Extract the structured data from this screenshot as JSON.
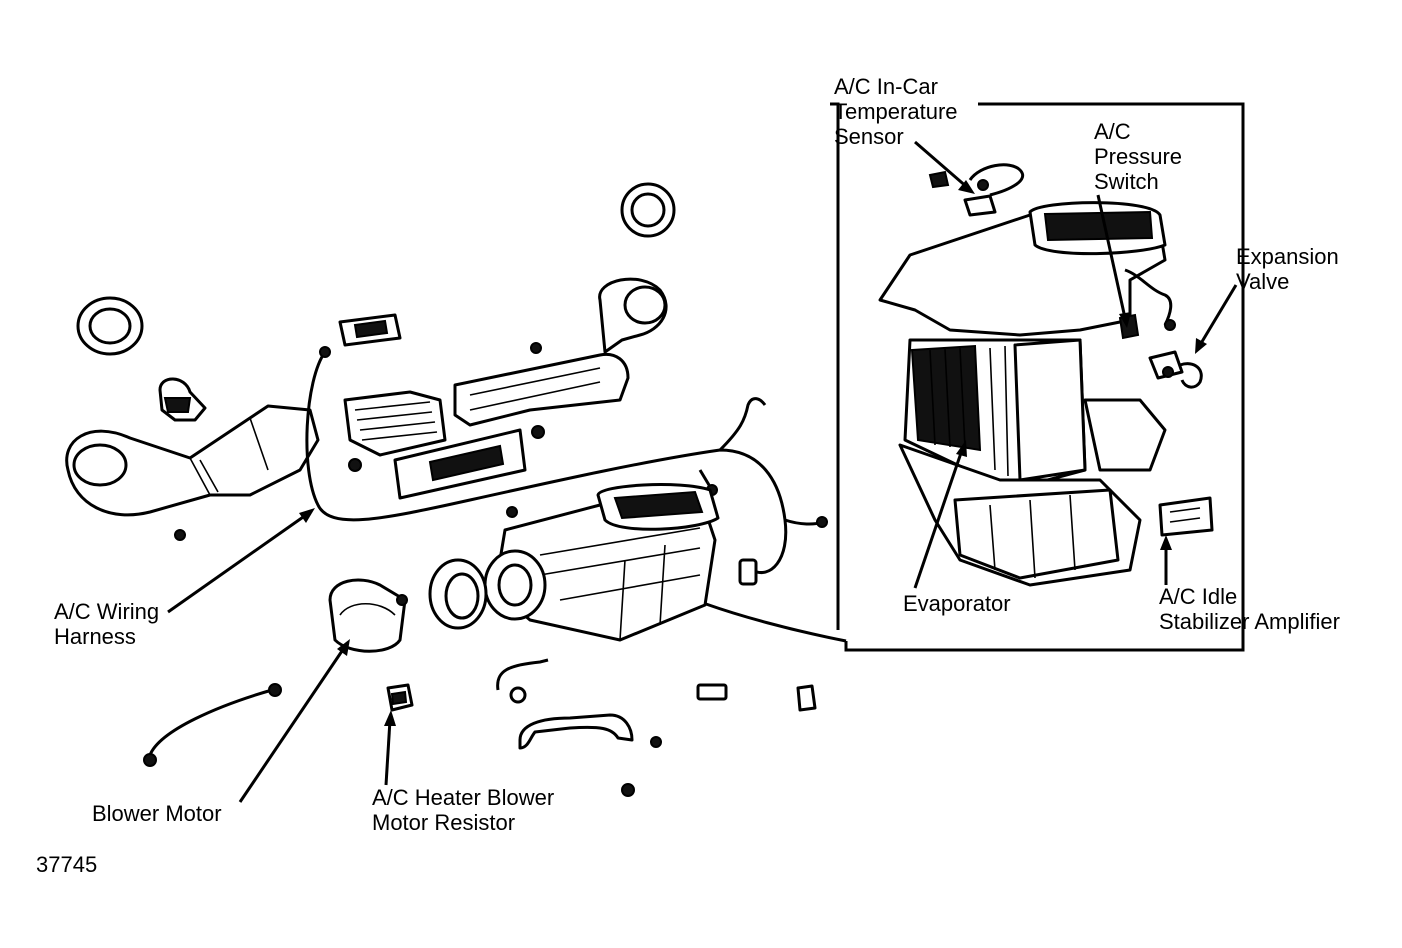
{
  "labels": {
    "in_car_sensor": [
      "A/C In-Car",
      "Temperature",
      "Sensor"
    ],
    "pressure_switch": [
      "A/C",
      "Pressure",
      "Switch"
    ],
    "expansion_valve": [
      "Expansion",
      "Valve"
    ],
    "evaporator": "Evaporator",
    "idle_amplifier": [
      "A/C Idle",
      "Stabilizer Amplifier"
    ],
    "wiring_harness": [
      "A/C Wiring",
      "Harness"
    ],
    "blower_motor": "Blower Motor",
    "blower_resistor": [
      "A/C Heater Blower",
      "Motor Resistor"
    ]
  },
  "figure_number": "37745",
  "colors": {
    "ink": "#000000",
    "paper": "#ffffff"
  }
}
